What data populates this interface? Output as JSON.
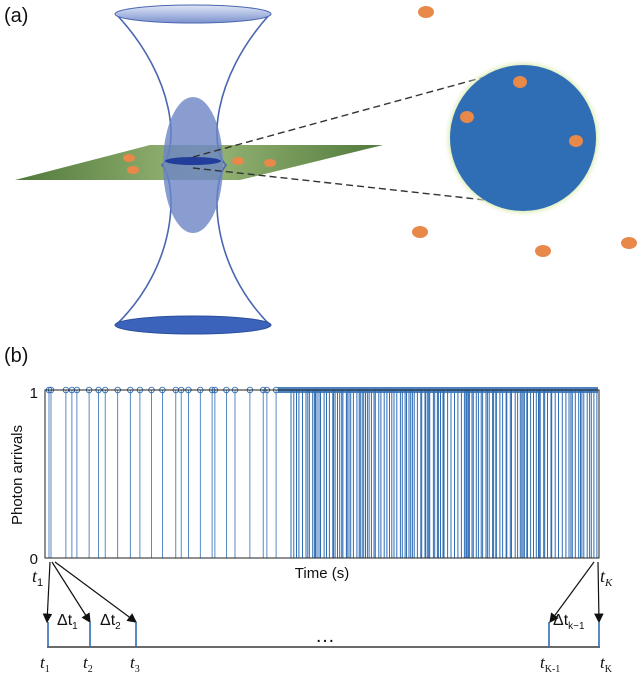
{
  "panel_a": {
    "label": "(a)"
  },
  "panel_b": {
    "label": "(b)",
    "ylabel": "Photon arrivals",
    "xlabel": "Time (s)",
    "yticks": [
      "0",
      "1"
    ],
    "first_time": "t",
    "first_time_sub": "1",
    "last_time": "t",
    "last_time_sub": "K",
    "intervals": [
      {
        "delta": "Δt",
        "sub": "1"
      },
      {
        "delta": "Δt",
        "sub": "2"
      },
      {
        "delta": "Δt",
        "sub": "k−1"
      }
    ],
    "ellipsis": "…",
    "bottom_times": [
      {
        "t": "t",
        "sub": "1"
      },
      {
        "t": "t",
        "sub": "2"
      },
      {
        "t": "t",
        "sub": "3"
      },
      {
        "t": "t",
        "sub": "K-1"
      },
      {
        "t": "t",
        "sub": "K"
      }
    ]
  },
  "colors": {
    "focus_blue": "#2f6db5",
    "particle_orange": "#e8894a",
    "plane_green": "#4e7a2c",
    "trace_blue": "#2f6db5"
  }
}
